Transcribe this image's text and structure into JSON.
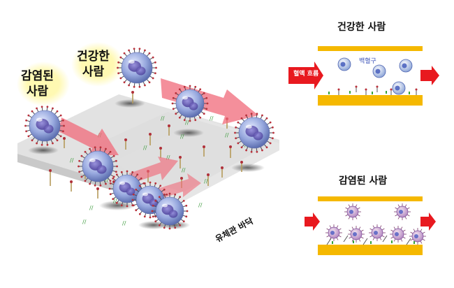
{
  "left_panel": {
    "infected_label": [
      "감염된",
      "사람"
    ],
    "healthy_label": [
      "건강한",
      "사람"
    ],
    "floor_label": "유체관 바닥"
  },
  "top_right": {
    "title": "건강한 사람",
    "flow_label": "혈액 흐름",
    "cell_label": "백혈구"
  },
  "bottom_right": {
    "title": "감염된 사람"
  },
  "colors": {
    "rail": "#f5b800",
    "arrow": "#e8191f",
    "cell": "#8ea0d8",
    "nucleus": "#5a4aa6",
    "spike_tip": "#b8303a",
    "glow": "#fff7a0",
    "pink_arrow": "#f06a7a"
  }
}
